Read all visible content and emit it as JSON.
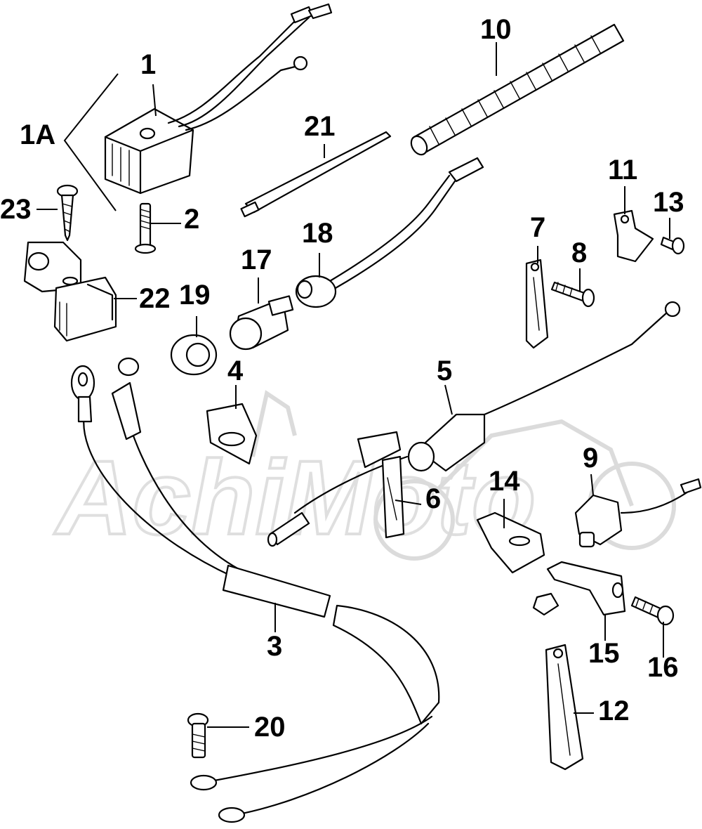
{
  "diagram": {
    "callouts": {
      "c1": "1",
      "c1a": "1A",
      "c2": "2",
      "c3": "3",
      "c4": "4",
      "c5": "5",
      "c6": "6",
      "c7": "7",
      "c8": "8",
      "c9": "9",
      "c10": "10",
      "c11": "11",
      "c12": "12",
      "c13": "13",
      "c14": "14",
      "c15": "15",
      "c16": "16",
      "c17": "17",
      "c18": "18",
      "c19": "19",
      "c20": "20",
      "c21": "21",
      "c22": "22",
      "c23": "23"
    },
    "watermark_text": "AchiMoto"
  }
}
